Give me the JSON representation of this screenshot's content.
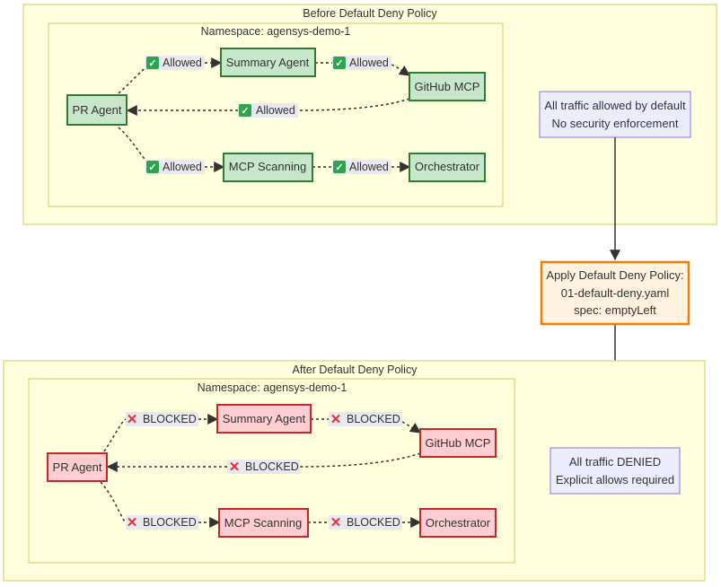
{
  "colors": {
    "cluster_fill": "#ffffde",
    "cluster_stroke": "#cccc66",
    "allowed_fill": "#c8e6c9",
    "allowed_stroke": "#2e7d32",
    "blocked_fill": "#ffcdd2",
    "blocked_stroke": "#c62828",
    "note_fill": "#ececff",
    "note_stroke": "#9370db",
    "policy_fill": "#fff3e0",
    "policy_stroke": "#f57c00",
    "edge": "#333333"
  },
  "before": {
    "title": "Before Default Deny Policy",
    "namespace": "Namespace: agensys-demo-1",
    "nodes": {
      "pr_agent": "PR Agent",
      "summary_agent": "Summary Agent",
      "github_mcp": "GitHub MCP",
      "mcp_scanning": "MCP Scanning",
      "orchestrator": "Orchestrator"
    },
    "edge_label": "Allowed",
    "note": [
      "All traffic allowed by default",
      "No security enforcement"
    ]
  },
  "policy": {
    "lines": [
      "Apply Default Deny Policy:",
      "01-default-deny.yaml",
      "spec: emptyLeft"
    ]
  },
  "after": {
    "title": "After Default Deny Policy",
    "namespace": "Namespace: agensys-demo-1",
    "nodes": {
      "pr_agent": "PR Agent",
      "summary_agent": "Summary Agent",
      "github_mcp": "GitHub MCP",
      "mcp_scanning": "MCP Scanning",
      "orchestrator": "Orchestrator"
    },
    "edge_label": "BLOCKED",
    "note": [
      "All traffic DENIED",
      "Explicit allows required"
    ]
  }
}
